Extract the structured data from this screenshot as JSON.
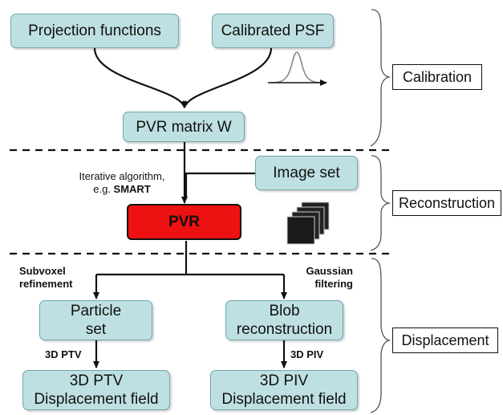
{
  "nodes": {
    "projection": "Projection functions",
    "psf": "Calibrated PSF",
    "pvr_matrix": "PVR matrix W",
    "image_set": "Image set",
    "pvr": "PVR",
    "particle_set": "Particle\nset",
    "blob": "Blob\nreconstruction",
    "ptv_field": "3D PTV\nDisplacement field",
    "piv_field": "3D PIV\nDisplacement field"
  },
  "stages": {
    "calibration": "Calibration",
    "reconstruction": "Reconstruction",
    "displacement": "Displacement"
  },
  "annotations": {
    "iterative_line1": "Iterative algorithm,",
    "iterative_line2_prefix": "e.g.",
    "iterative_line2_bold": "SMART",
    "subvoxel_line1": "Subvoxel",
    "subvoxel_line2": "refinement",
    "gaussian_line1": "Gaussian",
    "gaussian_line2": "filtering",
    "edge_ptv": "3D PTV",
    "edge_piv": "3D PIV"
  },
  "colors": {
    "box_fill": "#bfe0e2",
    "box_border": "#6fa6ac",
    "pvr_fill": "#ee1111",
    "line": "#111111"
  }
}
